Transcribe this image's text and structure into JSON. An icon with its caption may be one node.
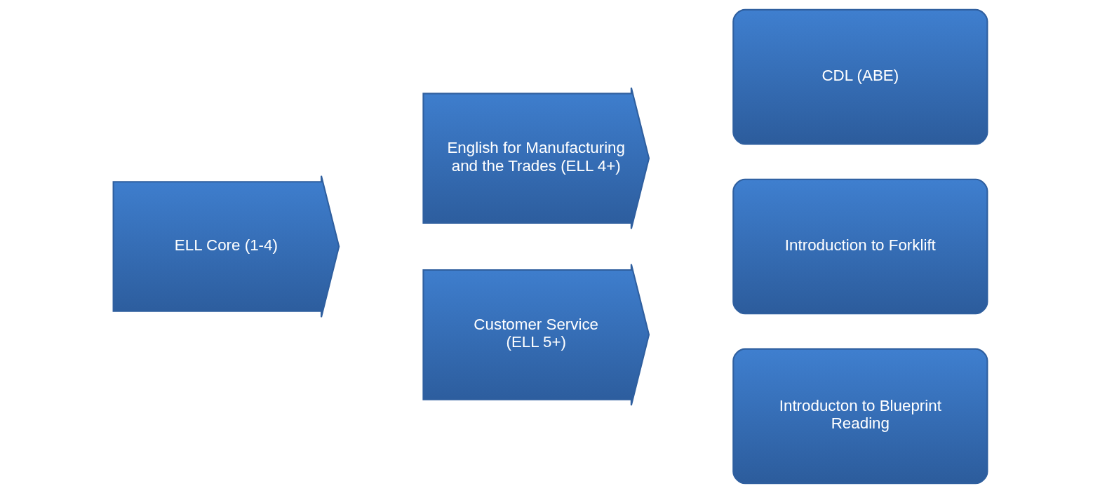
{
  "diagram": {
    "nodes": [
      {
        "text": [
          "ELL Core (1-4)"
        ]
      },
      {
        "text": [
          "English for Manufacturing and the Trades (ELL 4+)"
        ]
      },
      {
        "text": [
          "Customer Service",
          "(ELL 5+)"
        ]
      },
      {
        "text": [
          "CDL (ABE)"
        ]
      },
      {
        "text": [
          "Introduction to Forklift"
        ]
      },
      {
        "text": [
          "Introducton to Blueprint Reading"
        ]
      }
    ]
  }
}
